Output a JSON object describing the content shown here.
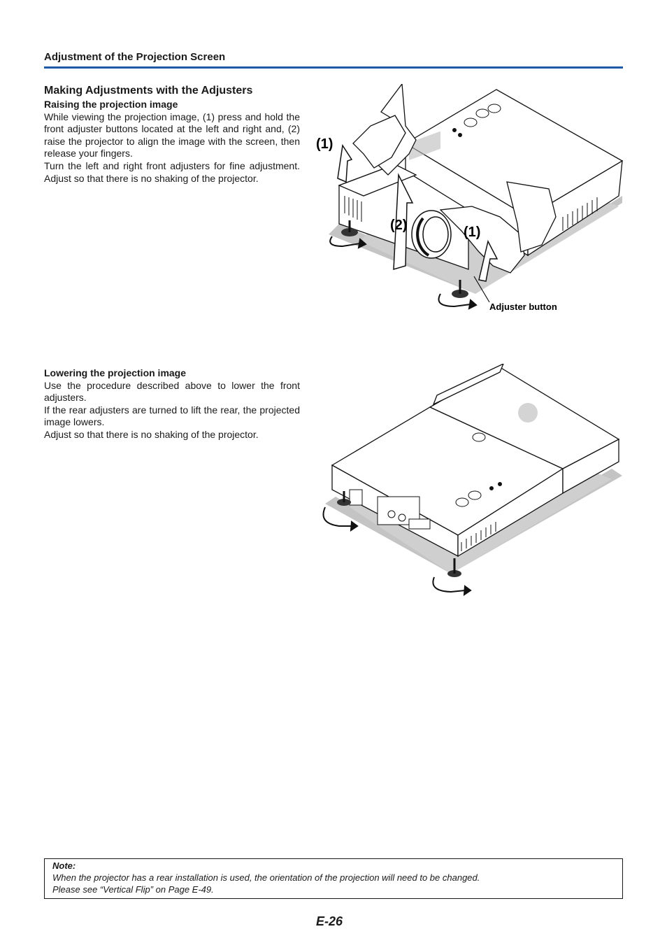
{
  "section_header": "Adjustment of the Projection Screen",
  "heading": "Making Adjustments with the Adjusters",
  "raising": {
    "subheading": "Raising the projection image",
    "paragraph1": "While viewing the projection image, (1) press and hold the front adjuster buttons located at the left and right and, (2) raise the projector to align the image with the screen, then release your fingers.",
    "paragraph2": "Turn the left and right front adjusters for fine adjustment. Adjust so that there is no shaking of the projector."
  },
  "lowering": {
    "subheading": "Lowering the projection image",
    "paragraph1": "Use the procedure described above to lower the front adjusters.",
    "paragraph2": "If the rear adjusters are turned to lift the rear, the projected image lowers.",
    "paragraph3": "Adjust so that there is no shaking of the projector."
  },
  "figure_raise": {
    "label_1_left": "(1)",
    "label_2": "(2)",
    "label_1_right": "(1)",
    "adjuster_label": "Adjuster button"
  },
  "note": {
    "title": "Note:",
    "line1": "When the projector has a rear installation is used, the orientation of the projection will need to be changed.",
    "line2": "Please see “Vertical Flip” on Page E-49."
  },
  "page_number": "E-26",
  "colors": {
    "accent_rule": "#1e5aa8"
  }
}
